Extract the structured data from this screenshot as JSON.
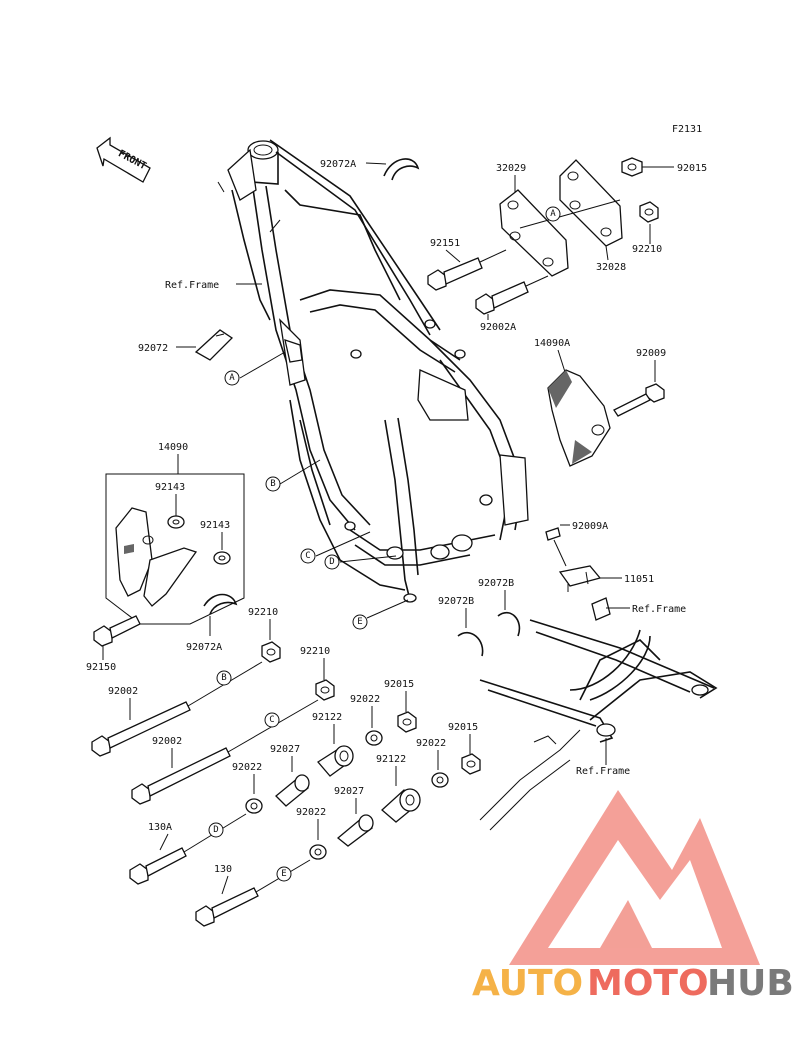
{
  "diagram_code": "F2131",
  "front_label": "FRONT",
  "ref_frame": "Ref.Frame",
  "parts": {
    "p92072A": "92072A",
    "p32029": "32029",
    "p92015": "92015",
    "p92151": "92151",
    "p92210": "92210",
    "p32028": "32028",
    "p92002A": "92002A",
    "p92072": "92072",
    "p14090A": "14090A",
    "p92009": "92009",
    "p14090": "14090",
    "p92143": "92143",
    "p92009A": "92009A",
    "p11051": "11051",
    "p92072B": "92072B",
    "p92150": "92150",
    "p92002": "92002",
    "p92022": "92022",
    "p92122": "92122",
    "p92027": "92027",
    "p130A": "130A",
    "p130": "130"
  },
  "callouts": {
    "A": "A",
    "B": "B",
    "C": "C",
    "D": "D",
    "E": "E"
  },
  "watermark": {
    "part1": "AUTO",
    "part2": "MOTO",
    "part3": "HUB"
  },
  "colors": {
    "watermark_logo": "#ee6b5e",
    "watermark_auto": "#f5b247",
    "watermark_hub": "#7a7a7a"
  }
}
